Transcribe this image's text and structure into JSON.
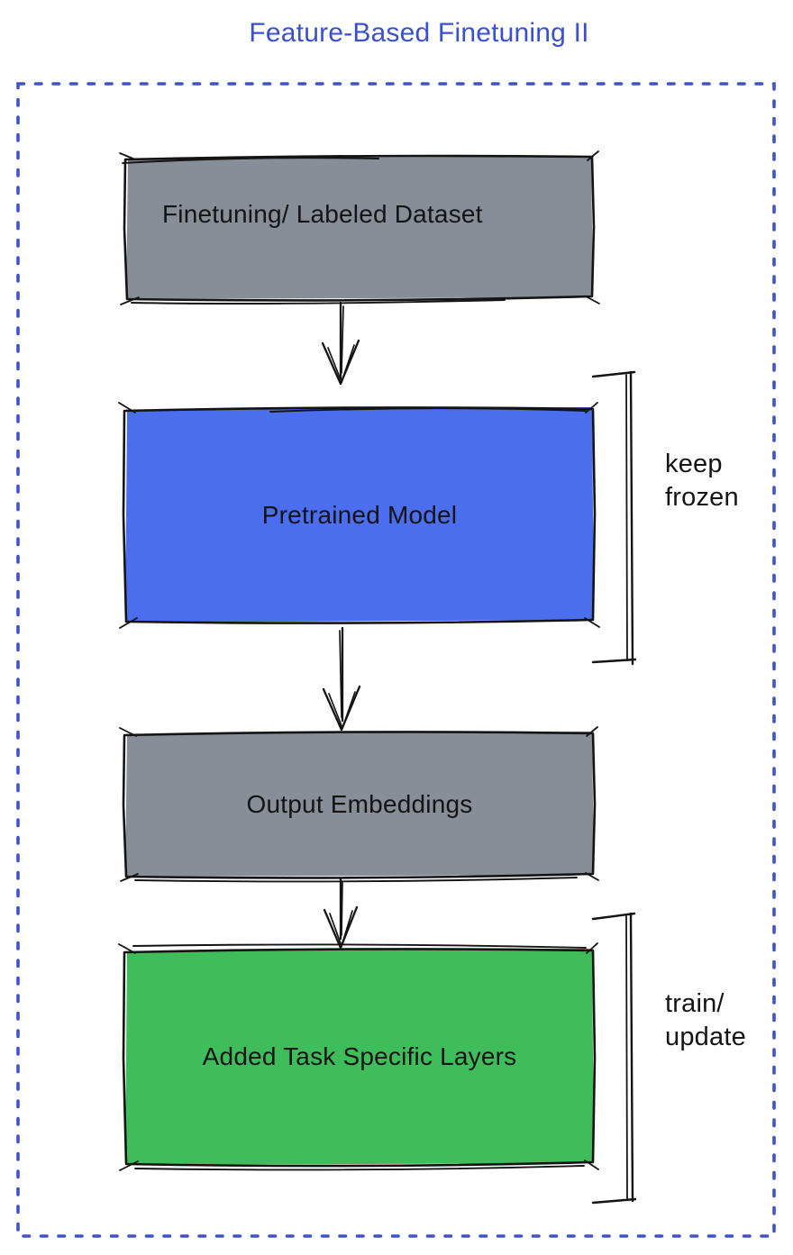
{
  "title": "Feature-Based Finetuning II",
  "colors": {
    "title-blue": "#3B51CB",
    "border-blue": "#3D53C6",
    "node-gray": "#878E97",
    "node-blue": "#4A6EEE",
    "node-green": "#40BD5B",
    "ink": "#141414"
  },
  "nodes": [
    {
      "label": "Finetuning/ Labeled Dataset",
      "fill": "gray"
    },
    {
      "label": "Pretrained Model",
      "fill": "blue"
    },
    {
      "label": "Output Embeddings",
      "fill": "gray"
    },
    {
      "label": "Added Task Specific Layers",
      "fill": "green"
    }
  ],
  "annotations": [
    {
      "lines": [
        "keep",
        "frozen"
      ]
    },
    {
      "lines": [
        "train/",
        "update"
      ]
    }
  ]
}
